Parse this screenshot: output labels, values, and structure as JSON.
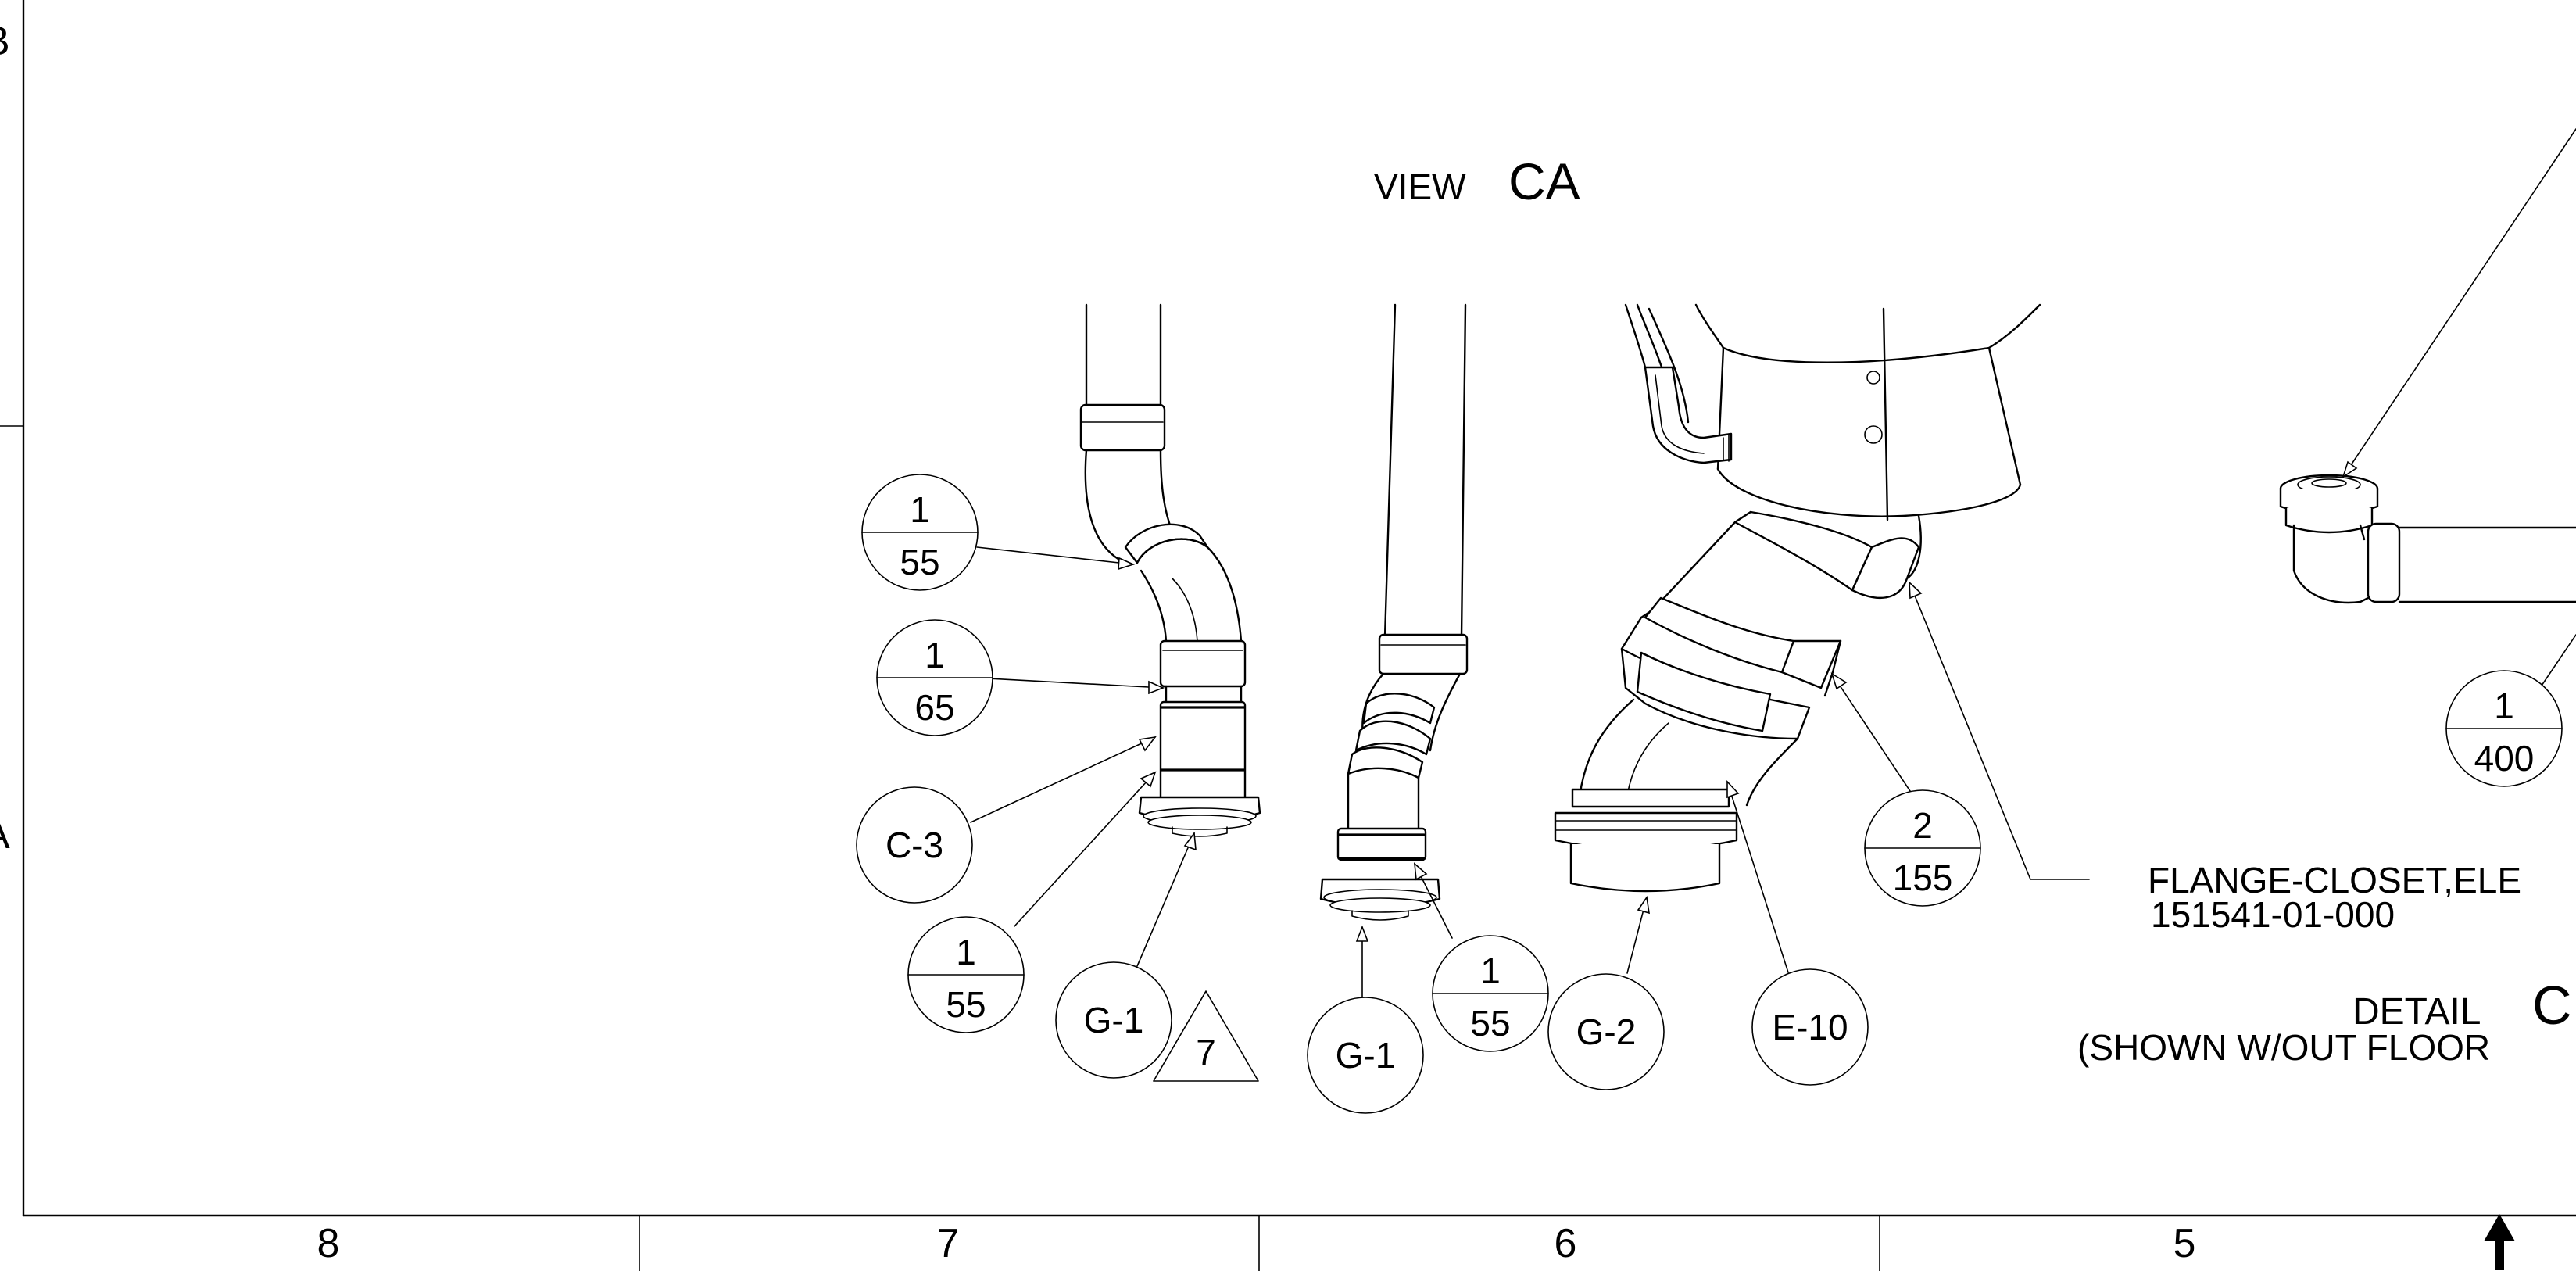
{
  "view_title": {
    "small": "VIEW",
    "large": "CA"
  },
  "zone_letters": [
    "B",
    "A"
  ],
  "zone_numbers": [
    "8",
    "7",
    "6",
    "5"
  ],
  "balloons": [
    {
      "id": "b-1-55-a",
      "top": "1",
      "bottom": "55"
    },
    {
      "id": "b-1-65",
      "top": "1",
      "bottom": "65"
    },
    {
      "id": "b-c-3",
      "label": "C-3"
    },
    {
      "id": "b-1-55-b",
      "top": "1",
      "bottom": "55"
    },
    {
      "id": "b-g-1-a",
      "label": "G-1"
    },
    {
      "id": "b-g-1-b",
      "label": "G-1"
    },
    {
      "id": "b-1-55-c",
      "top": "1",
      "bottom": "55"
    },
    {
      "id": "b-g-2",
      "label": "G-2"
    },
    {
      "id": "b-e-10",
      "label": "E-10"
    },
    {
      "id": "b-2-155",
      "top": "2",
      "bottom": "155"
    },
    {
      "id": "b-1-400",
      "top": "1",
      "bottom": "400"
    }
  ],
  "revision_triangle": "7",
  "flange_note": {
    "line1": "FLANGE-CLOSET,ELE",
    "line2": "151541-01-000"
  },
  "detail": {
    "title_small": "DETAIL",
    "title_large": "C",
    "subtitle": "(SHOWN W/OUT FLOOR"
  }
}
